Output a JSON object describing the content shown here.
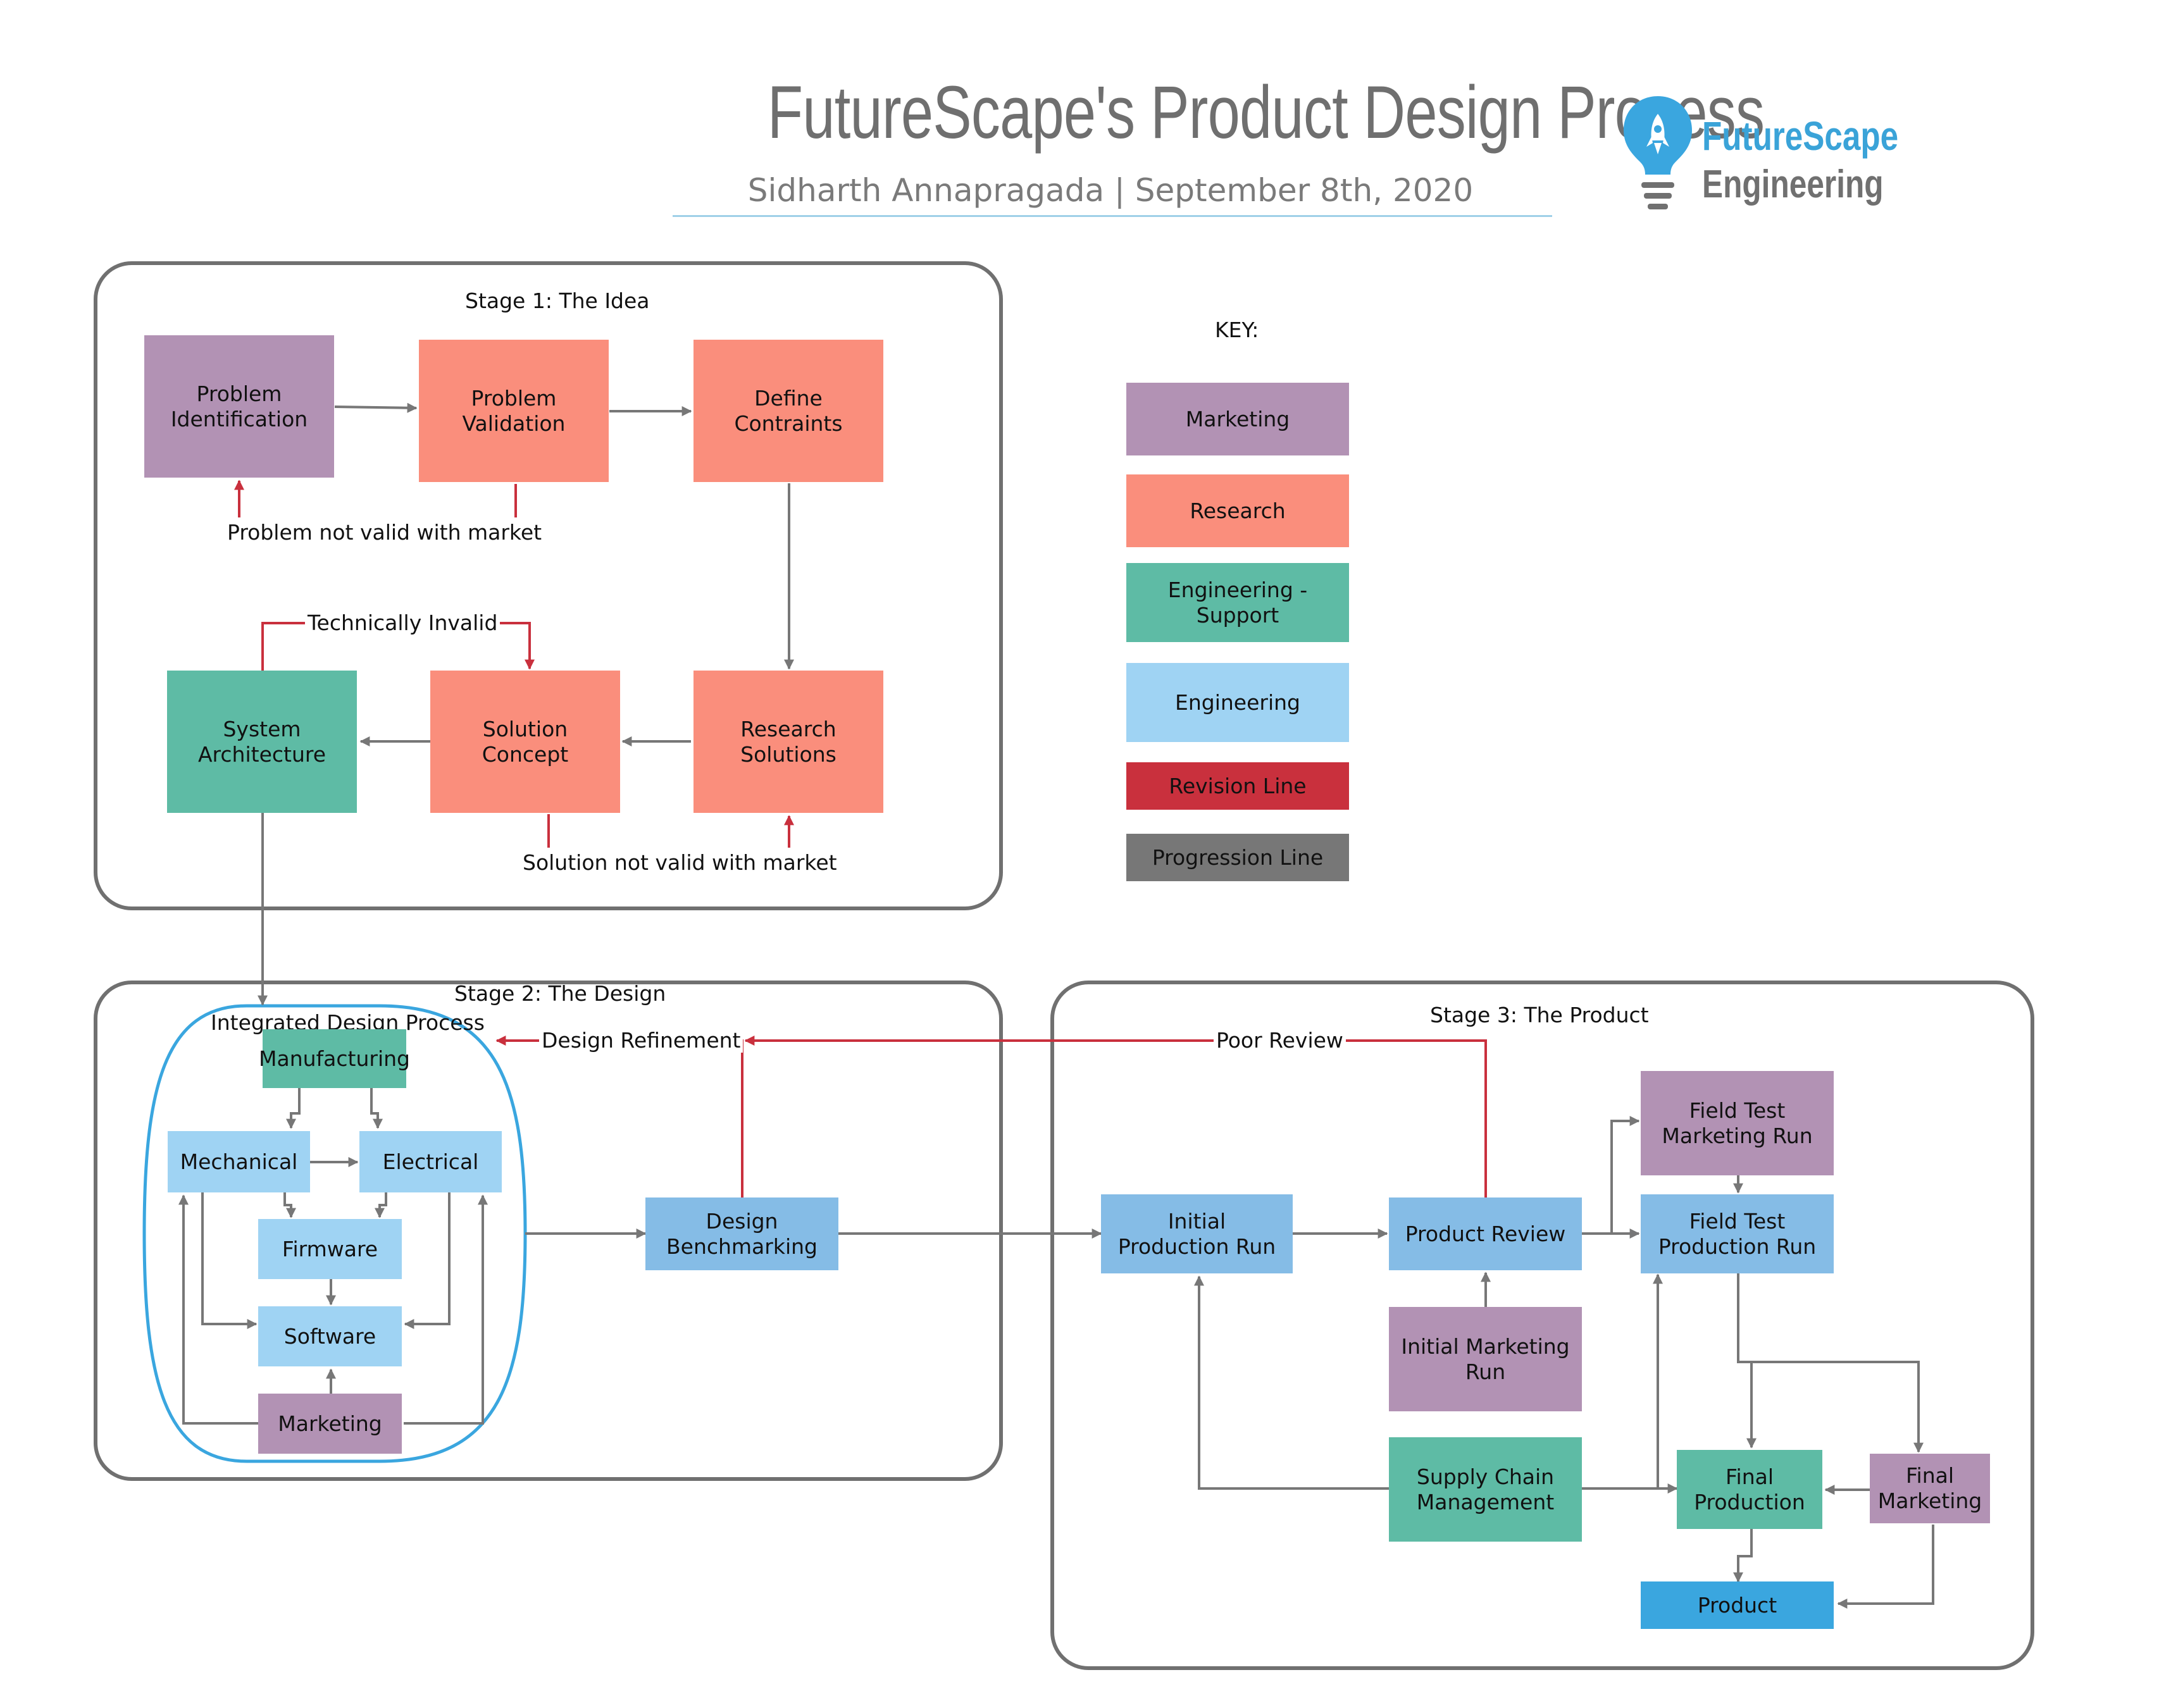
{
  "header": {
    "title": "FutureScape's Product Design Process",
    "subtitle": "Sidharth Annapragada | September 8th, 2020",
    "brand_line1": "FutureScape",
    "brand_line2": "Engineering",
    "logo_icon": "lightbulb-rocket-icon"
  },
  "colors": {
    "marketing": "#b292b4",
    "research": "#fa8e7c",
    "engineering_support": "#5ebba5",
    "engineering": "#9fd3f3",
    "revision_line": "#c9303d",
    "progression_line": "#777777",
    "frame": "#707070",
    "integrated_outline": "#3aa6df"
  },
  "stages": {
    "stage1": {
      "label": "Stage 1: The Idea"
    },
    "stage2": {
      "label": "Stage 2: The Design",
      "group_label": "Integrated Design Process"
    },
    "stage3": {
      "label": "Stage 3: The Product"
    }
  },
  "key": {
    "title": "KEY:",
    "items": [
      "Marketing",
      "Research",
      "Engineering - Support",
      "Engineering",
      "Revision Line",
      "Progression Line"
    ]
  },
  "nodes": {
    "problem_identification": "Problem\nIdentification",
    "problem_validation": "Problem\nValidation",
    "define_constraints": "Define\nContraints",
    "system_architecture": "System\nArchitecture",
    "solution_concept": "Solution\nConcept",
    "research_solutions": "Research\nSolutions",
    "manufacturing": "Manufacturing",
    "mechanical": "Mechanical",
    "electrical": "Electrical",
    "firmware": "Firmware",
    "software": "Software",
    "marketing": "Marketing",
    "design_benchmarking": "Design\nBenchmarking",
    "initial_production_run": "Initial\nProduction Run",
    "product_review": "Product Review",
    "initial_marketing_run": "Initial Marketing\nRun",
    "supply_chain_management": "Supply Chain\nManagement",
    "field_test_marketing_run": "Field Test\nMarketing Run",
    "field_test_production_run": "Field Test\nProduction Run",
    "final_production": "Final\nProduction",
    "final_marketing": "Final\nMarketing",
    "product": "Product"
  },
  "edge_labels": {
    "problem_not_valid": "Problem not valid with market",
    "technically_invalid": "Technically Invalid",
    "solution_not_valid": "Solution not valid with market",
    "design_refinement": "Design Refinement",
    "poor_review": "Poor Review"
  }
}
